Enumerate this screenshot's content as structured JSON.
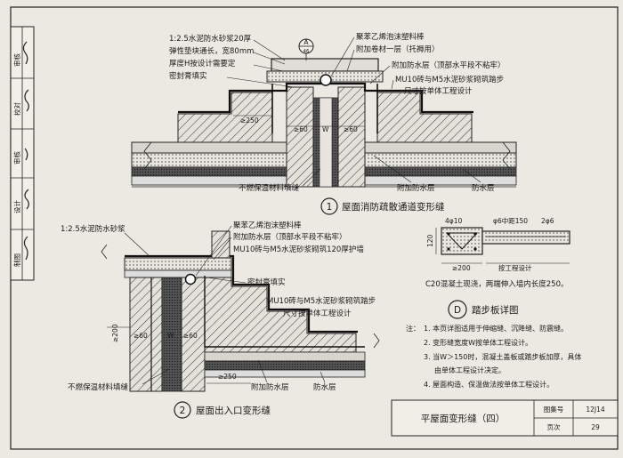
{
  "title_block": {
    "sidebar_labels": [
      "制图",
      "设计",
      "审核",
      "校对",
      "审核"
    ],
    "drawing_title": "平屋面变形缝（四）",
    "atlas_label": "图集号",
    "atlas_no": "12J14",
    "page_label": "页次",
    "page_no": "29"
  },
  "detail1": {
    "number": "1",
    "caption": "屋面消防疏散通道变形缝",
    "callout": {
      "top": "A",
      "bottom": "46"
    },
    "labels": {
      "mortar": "1:2.5水泥防水砂浆20厚",
      "pad1": "弹性垫块通长，宽80mm",
      "pad2": "厚度H按设计需要定",
      "sealant": "密封膏填实",
      "foam": "聚苯乙烯泡沫塑料棒",
      "extra_membrane": "附加卷材一层（托褥用）",
      "extra_waterproof": "附加防水层（顶部水平段不粘牢）",
      "wall1": "MU10砖与M5水泥砂浆砌筑踏步",
      "wall2": "尺寸按单体工程设计",
      "filler": "不燃保温材料填缝",
      "extra_waterproof_b": "附加防水层",
      "waterproof": "防水层"
    },
    "dims": {
      "d250": "≥250",
      "d60a": "≥60",
      "w": "W",
      "d60b": "≥60"
    }
  },
  "detail2": {
    "number": "2",
    "caption": "屋面出入口变形缝",
    "labels": {
      "mortar": "1:2.5水泥防水砂浆",
      "foam": "聚苯乙烯泡沫塑料棒",
      "extra_waterproof": "附加防水层（顶部水平段不粘牢）",
      "wall120": "MU10砖与M5水泥砂浆砌筑120厚护墙",
      "sealant": "密封膏填实",
      "wall1": "MU10砖与M5水泥砂浆砌筑踏步",
      "wall2": "尺寸按单体工程设计",
      "filler": "不燃保温材料填缝",
      "extra_waterproof_b": "附加防水层",
      "waterproof": "防水层"
    },
    "dims": {
      "d200": "≥200",
      "d60a": "≥60",
      "w": "W",
      "d60b": "≥60",
      "d250": "≥250"
    }
  },
  "detailD": {
    "number": "D",
    "caption": "踏步板详图",
    "dims": {
      "rebar1": "4φ10",
      "rebar2": "φ6中距150",
      "rebar3": "2φ6",
      "h120": "120",
      "d200": "≥200",
      "width_note": "按工程设计"
    },
    "concrete": "C20混凝土现浇，两端伸入墙内长度250。"
  },
  "notes": {
    "heading": "注：",
    "items": [
      "1. 本页详图适用于伸缩缝、沉降缝、防震缝。",
      "2. 变形缝宽度W按单体工程设计。",
      "3. 当W＞150时，混凝土盖板或踏步板加厚，具体",
      "由单体工程设计决定。",
      "4. 屋面构造、保温做法按单体工程设计。"
    ]
  }
}
